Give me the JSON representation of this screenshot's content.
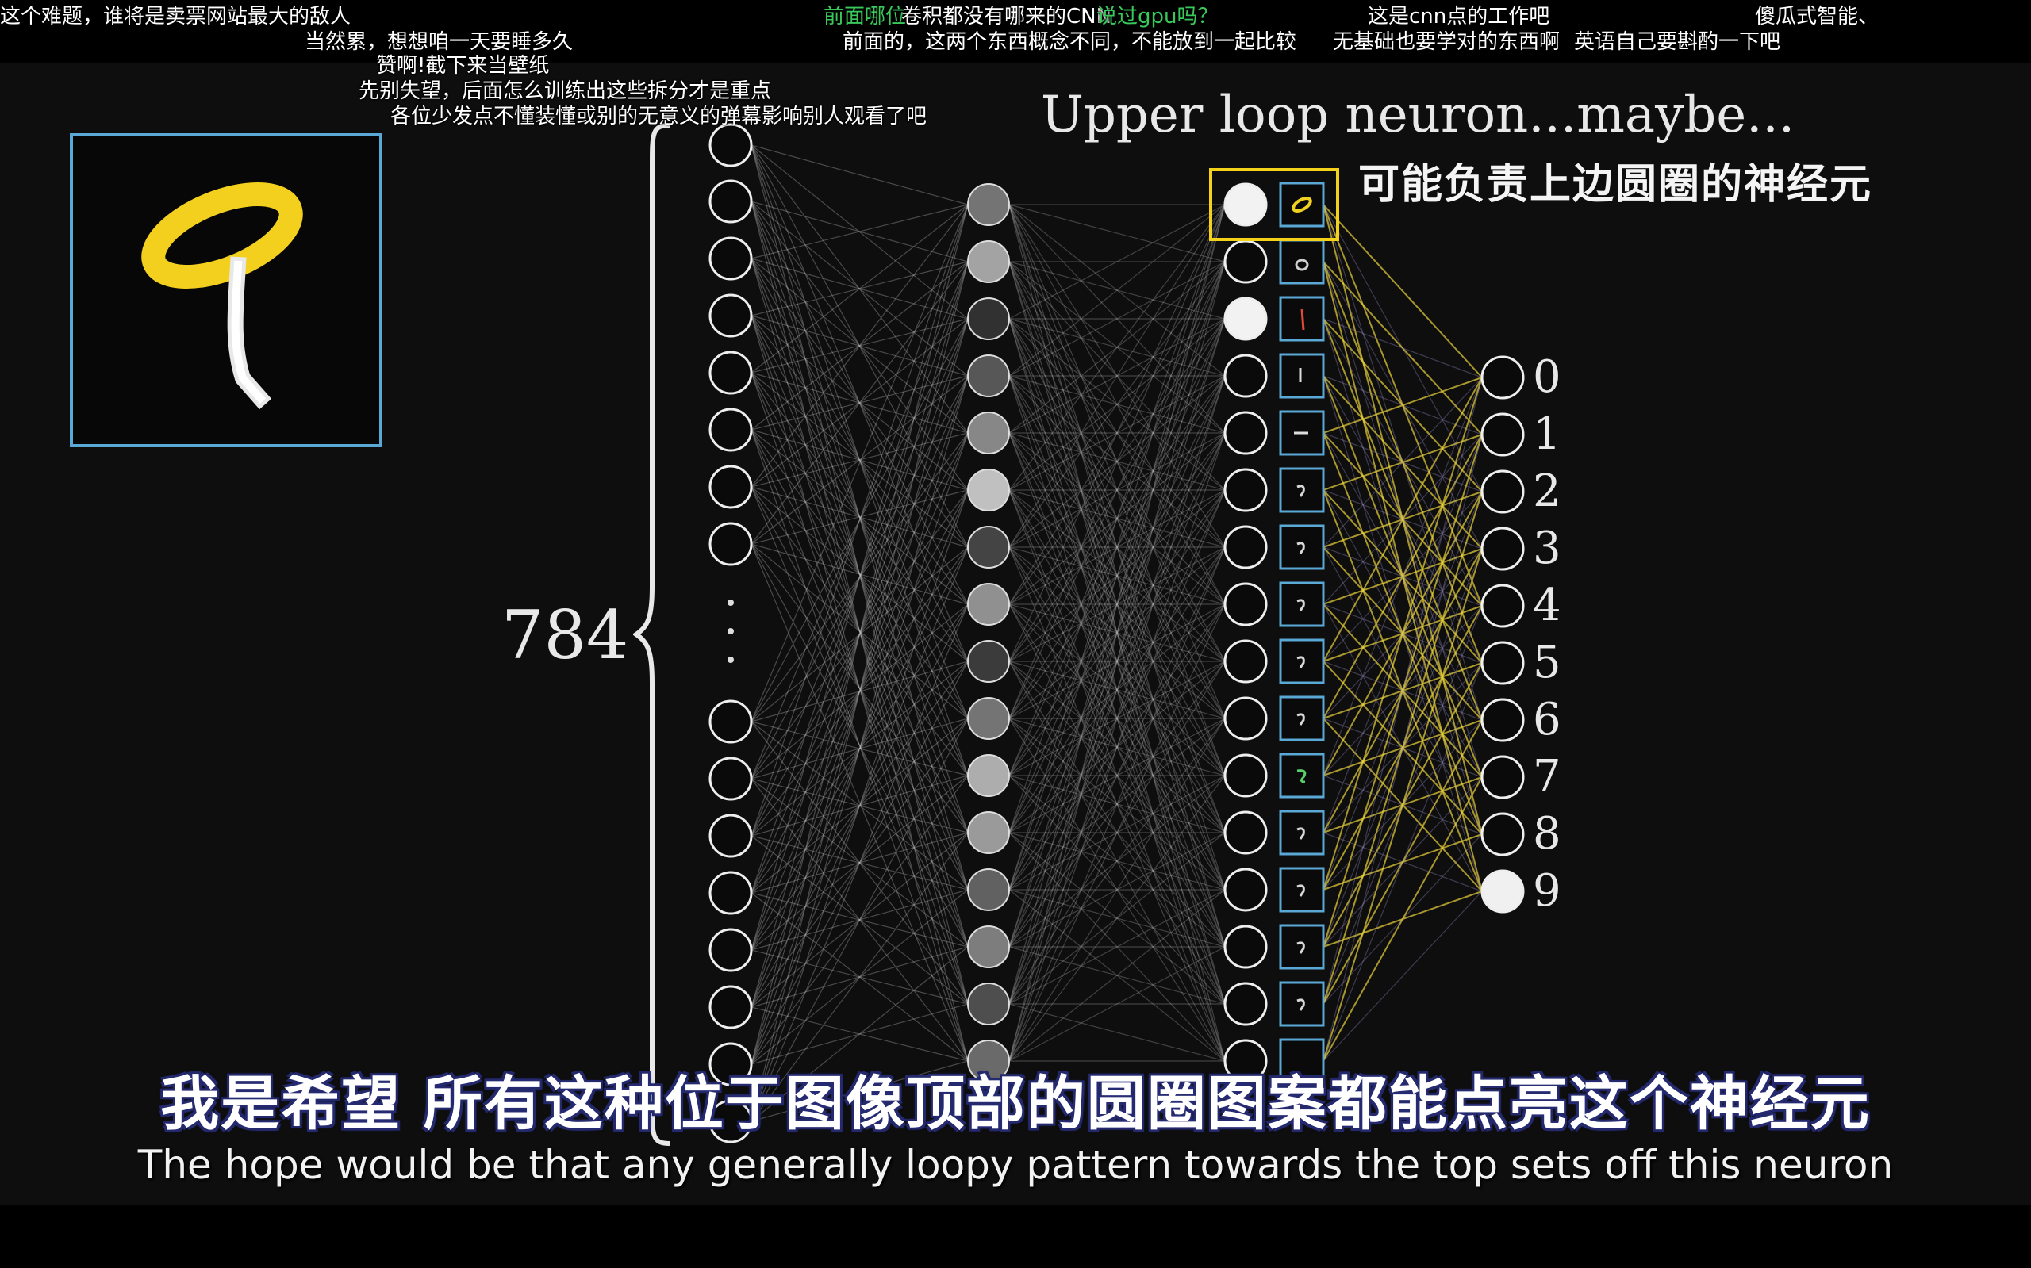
{
  "danmaku": [
    {
      "text": "这个难题，谁将是卖票网站最大的敌人",
      "color": "white"
    },
    {
      "text": "当然累，想想咱一天要睡多久",
      "color": "white"
    },
    {
      "text": "赞啊!截下来当壁纸",
      "color": "white"
    },
    {
      "text": "先别失望，后面怎么训练出这些拆分才是重点",
      "color": "white"
    },
    {
      "text": "各位少发点不懂装懂或别的无意义的弹幕影响别人观看了吧",
      "color": "white"
    },
    {
      "text": "前面哪位",
      "color": "green"
    },
    {
      "text": "卷积都没有哪来的CNN",
      "color": "white"
    },
    {
      "text": "说过gpu吗？",
      "color": "green"
    },
    {
      "text": "前面的，这两个东西概念不同，不能放到一起比较",
      "color": "white"
    },
    {
      "text": "这是cnn点的工作吧",
      "color": "white"
    },
    {
      "text": "无基础也要学对的东西啊",
      "color": "white"
    },
    {
      "text": "英语自己要斟酌一下吧",
      "color": "white"
    },
    {
      "text": "傻瓜式智能、",
      "color": "white"
    }
  ],
  "video": {
    "heading": "Upper loop neuron...maybe...",
    "heading_zh": "可能负责上边圆圈的神经元",
    "input_count": "784",
    "output_labels": [
      "0",
      "1",
      "2",
      "3",
      "4",
      "5",
      "6",
      "7",
      "8",
      "9"
    ],
    "active_output": "9",
    "input_digit": "9",
    "colors": {
      "highlight": "#f5d21a",
      "feature_box": "#5aa8d6",
      "background": "#0e0e0e"
    },
    "icons": [
      "input-digit-image",
      "neuron-circle",
      "feature-thumbnail",
      "left-curly-brace",
      "vertical-ellipsis"
    ]
  },
  "subtitles": {
    "zh": "我是希望 所有这种位于图像顶部的圆圈图案都能点亮这个神经元",
    "en": "The hope would be that any generally loopy pattern towards the top sets off this neuron"
  }
}
